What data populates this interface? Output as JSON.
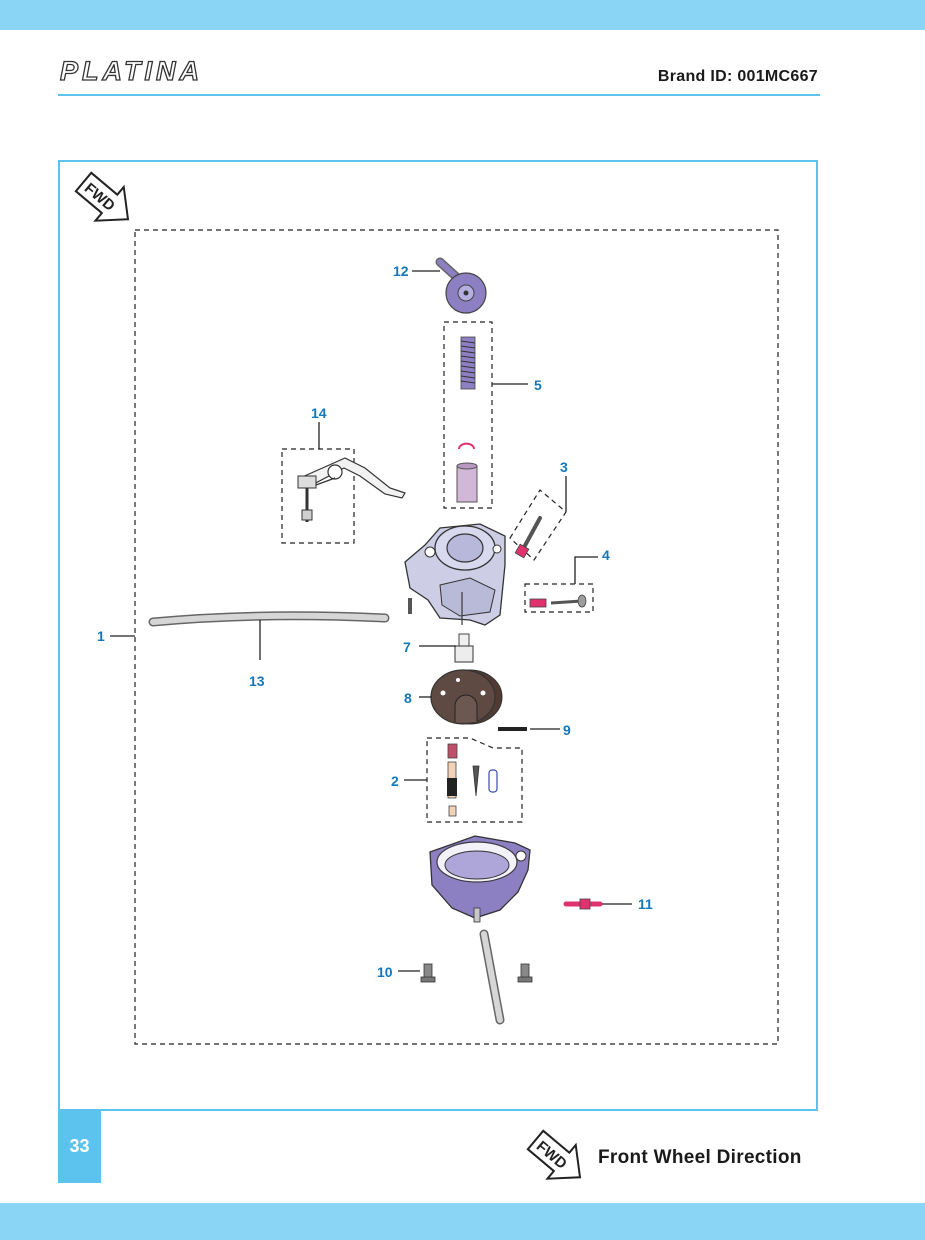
{
  "header": {
    "logo_text": "PLATINA",
    "brand_id": "Brand ID: 001MC667"
  },
  "diagram": {
    "fwd_badge": "FWD",
    "callouts": [
      "1",
      "2",
      "3",
      "4",
      "5",
      "7",
      "8",
      "9",
      "10",
      "11",
      "12",
      "13",
      "14"
    ]
  },
  "footer": {
    "page_number": "33",
    "fwd_badge": "FWD",
    "legend_text": "Front Wheel Direction"
  },
  "colors": {
    "bar": "#8ad4f5",
    "accent": "#5cc3ee",
    "callout": "#1477b8",
    "part_purple": "#8c80c2",
    "part_pink": "#e0336d",
    "part_brown": "#5e4a42"
  }
}
